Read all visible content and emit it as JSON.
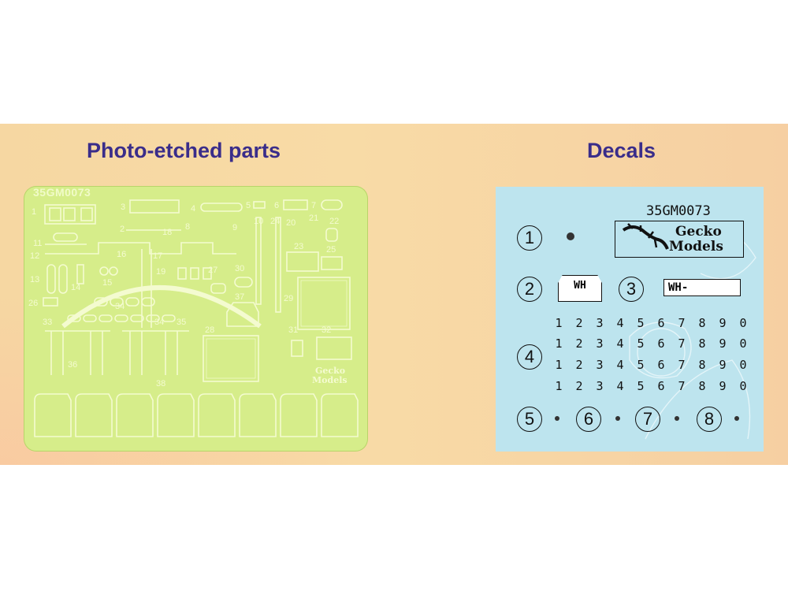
{
  "sections": {
    "photo_etched_title": "Photo-etched parts",
    "decals_title": "Decals"
  },
  "photo_etched": {
    "sheet_code": "35GM0073",
    "part_numbers": [
      "1",
      "2",
      "3",
      "4",
      "5",
      "6",
      "7",
      "8",
      "9",
      "10",
      "11",
      "12",
      "13",
      "14",
      "15",
      "16",
      "17",
      "18",
      "19",
      "20",
      "21",
      "22",
      "23",
      "24",
      "25",
      "26",
      "27",
      "28",
      "29",
      "30",
      "31",
      "32",
      "33",
      "34",
      "34",
      "35",
      "36",
      "37",
      "38"
    ],
    "logo_line1": "Gecko",
    "logo_line2": "Models"
  },
  "decals": {
    "sheet_code": "35GM0073",
    "logo_line1": "Gecko",
    "logo_line2": "Models",
    "markers": [
      "1",
      "2",
      "3",
      "4",
      "5",
      "6",
      "7",
      "8"
    ],
    "plate_1": "WH",
    "plate_2": "WH-",
    "digits": [
      "1",
      "2",
      "3",
      "4",
      "5",
      "6",
      "7",
      "8",
      "9",
      "0"
    ]
  },
  "colors": {
    "title": "#3a2d8a",
    "band": "#f6d7a2",
    "pe_sheet": "#d6ed8a",
    "decal_sheet": "#bde4ee"
  }
}
